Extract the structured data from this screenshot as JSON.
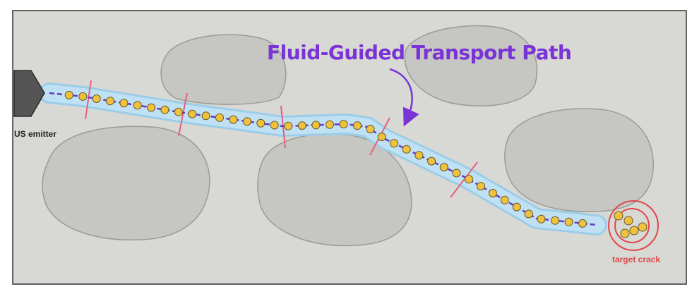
{
  "diagram": {
    "title": "Fluid-Guided Transport Path",
    "emitter_label": "US emitter",
    "target_label": "target crack"
  },
  "colors": {
    "background": "#d8d8d4",
    "frame": "#333333",
    "rock_fill": "#c6c6c2",
    "rock_stroke": "#9a9a96",
    "channel_fill": "#bfe1f3",
    "channel_edge": "#9ccde8",
    "path_line": "#6a35c8",
    "particle_fill": "#f0c23c",
    "particle_stroke": "#6b5a2a",
    "wave_marker": "#e8607a",
    "target": "#e04848",
    "title": "#7a33d6",
    "emitter": "#555555"
  },
  "icons": [
    "ultrasound-emitter-icon",
    "curved-arrow-icon",
    "target-crack-icon"
  ]
}
